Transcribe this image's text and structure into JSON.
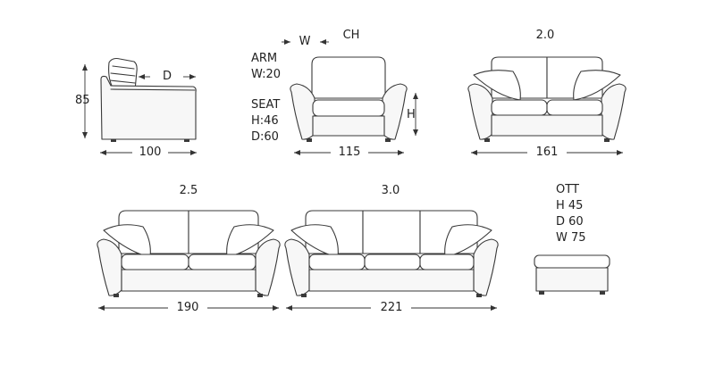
{
  "side": {
    "height": "85",
    "depth_label": "D",
    "width": "100"
  },
  "chair": {
    "title": "CH",
    "w_label": "W",
    "arm_title": "ARM",
    "arm_w": "W:20",
    "seat_title": "SEAT",
    "seat_h": "H:46",
    "seat_d": "D:60",
    "h_label": "H",
    "width": "115"
  },
  "sofa20": {
    "title": "2.0",
    "width": "161"
  },
  "sofa25": {
    "title": "2.5",
    "width": "190"
  },
  "sofa30": {
    "title": "3.0",
    "width": "221"
  },
  "ottoman": {
    "title": "OTT",
    "h": "H 45",
    "d": "D 60",
    "w": "W 75"
  }
}
